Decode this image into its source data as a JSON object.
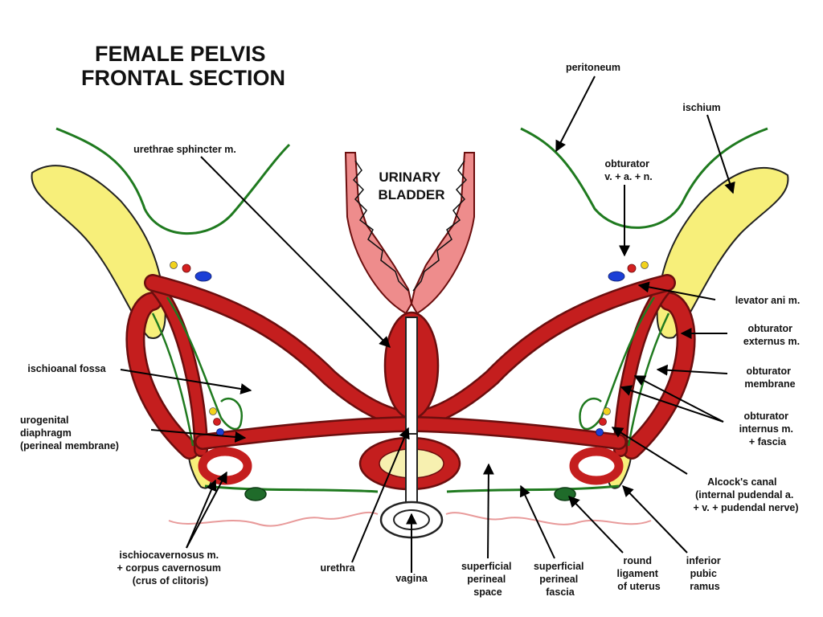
{
  "title": [
    "FEMALE PELVIS",
    "FRONTAL SECTION"
  ],
  "organ_label": [
    "URINARY",
    "BLADDER"
  ],
  "labels": {
    "peritoneum": [
      "peritoneum"
    ],
    "ischium": [
      "ischium"
    ],
    "urethrae_sphincter": [
      "urethrae sphincter m."
    ],
    "obturator_vessels": [
      "obturator",
      "v. + a. + n."
    ],
    "levator_ani": [
      "levator ani m."
    ],
    "obturator_externus": [
      "obturator",
      "externus m."
    ],
    "obturator_membrane": [
      "obturator",
      "membrane"
    ],
    "obturator_internus": [
      "obturator",
      "internus m.",
      "+ fascia"
    ],
    "ischioanal_fossa": [
      "ischioanal fossa"
    ],
    "urogenital_diaphragm": [
      "urogenital",
      "diaphragm",
      "(perineal membrane)"
    ],
    "alcocks_canal": [
      "Alcock's canal",
      "(internal pudendal a.",
      "+ v. + pudendal nerve)"
    ],
    "ischiocavernosus": [
      "ischiocavernosus m.",
      "+ corpus cavernosum",
      "(crus of clitoris)"
    ],
    "urethra": [
      "urethra"
    ],
    "vagina": [
      "vagina"
    ],
    "superficial_perineal_space": [
      "superficial",
      "perineal",
      "space"
    ],
    "superficial_perineal_fascia": [
      "superficial",
      "perineal",
      "fascia"
    ],
    "round_ligament": [
      "round",
      "ligament",
      "of uterus"
    ],
    "inferior_pubic_ramus": [
      "inferior",
      "pubic",
      "ramus"
    ]
  },
  "colors": {
    "bone": "#f7ef7a",
    "muscle": "#c41e1e",
    "membrane": "#1f7a1f",
    "bladder": "#ee8c8c",
    "vessel_red": "#d42020",
    "vessel_blue": "#1c3fd6",
    "nerve_yellow": "#f2d21c"
  }
}
